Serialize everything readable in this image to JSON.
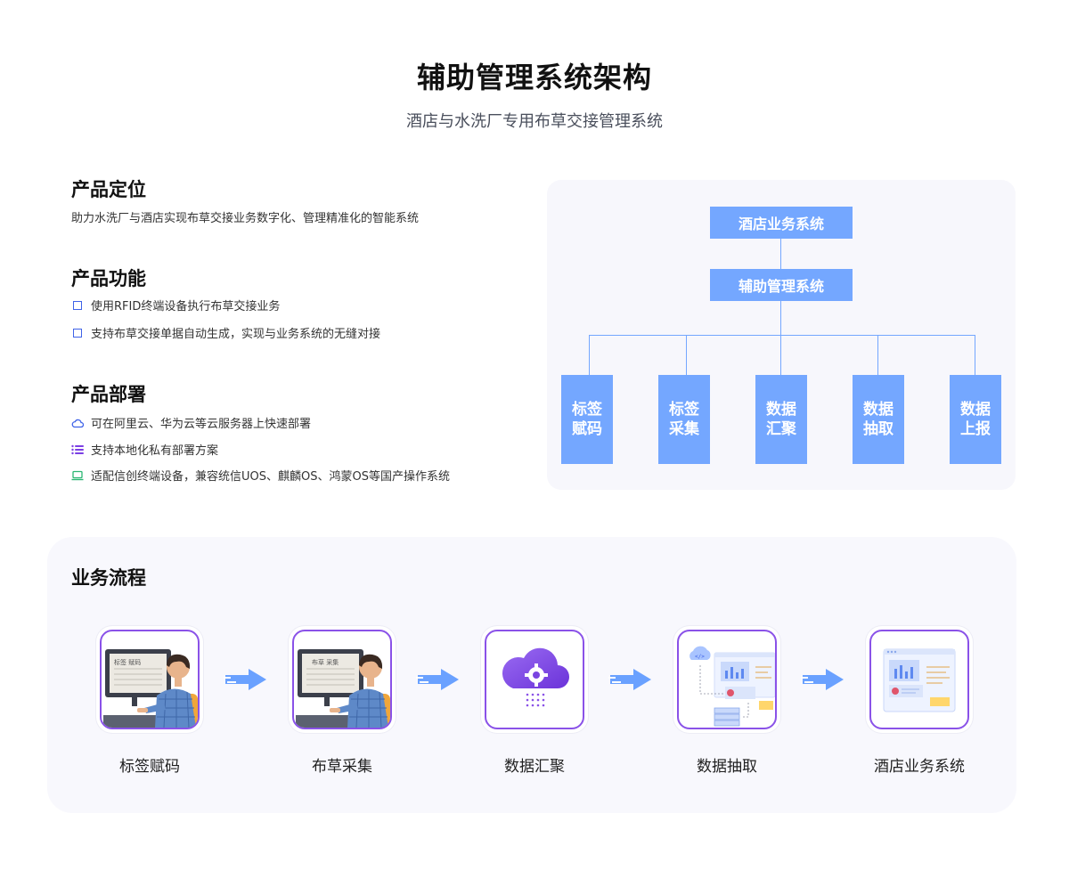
{
  "header": {
    "title": "辅助管理系统架构",
    "subtitle": "酒店与水洗厂专用布草交接管理系统"
  },
  "positioning": {
    "title": "产品定位",
    "desc": "助力水洗厂与酒店实现布草交接业务数字化、管理精准化的智能系统"
  },
  "functions": {
    "title": "产品功能",
    "items": [
      {
        "text": "使用RFID终端设备执行布草交接业务",
        "icon": "square-icon"
      },
      {
        "text": "支持布草交接单据自动生成，实现与业务系统的无缝对接",
        "icon": "square-icon"
      }
    ]
  },
  "deployment": {
    "title": "产品部署",
    "items": [
      {
        "text": "可在阿里云、华为云等云服务器上快速部署",
        "icon": "cloud-icon",
        "color": "#3f63e8"
      },
      {
        "text": "支持本地化私有部署方案",
        "icon": "list-icon",
        "color": "#7b3fe4"
      },
      {
        "text": "适配信创终端设备，兼容统信UOS、麒麟OS、鸿蒙OS等国产操作系统",
        "icon": "laptop-icon",
        "color": "#2bb673"
      }
    ]
  },
  "architecture": {
    "top": "酒店业务系统",
    "middle": "辅助管理系统",
    "leaves": [
      {
        "line1": "标签",
        "line2": "赋码"
      },
      {
        "line1": "标签",
        "line2": "采集"
      },
      {
        "line1": "数据",
        "line2": "汇聚"
      },
      {
        "line1": "数据",
        "line2": "抽取"
      },
      {
        "line1": "数据",
        "line2": "上报"
      }
    ],
    "box_color": "#74a7ff"
  },
  "flow": {
    "title": "业务流程",
    "steps": [
      {
        "label": "标签赋码",
        "screen_text": "标签 赋码",
        "icon": "person-monitor-icon"
      },
      {
        "label": "布草采集",
        "screen_text": "布草 采集",
        "icon": "person-monitor-icon"
      },
      {
        "label": "数据汇聚",
        "icon": "cloud-gear-icon"
      },
      {
        "label": "数据抽取",
        "icon": "data-dashboard-icon"
      },
      {
        "label": "酒店业务系统",
        "icon": "dashboard-icon"
      }
    ],
    "accent": "#8a52e8",
    "arrow_color": "#6aa1ff"
  }
}
